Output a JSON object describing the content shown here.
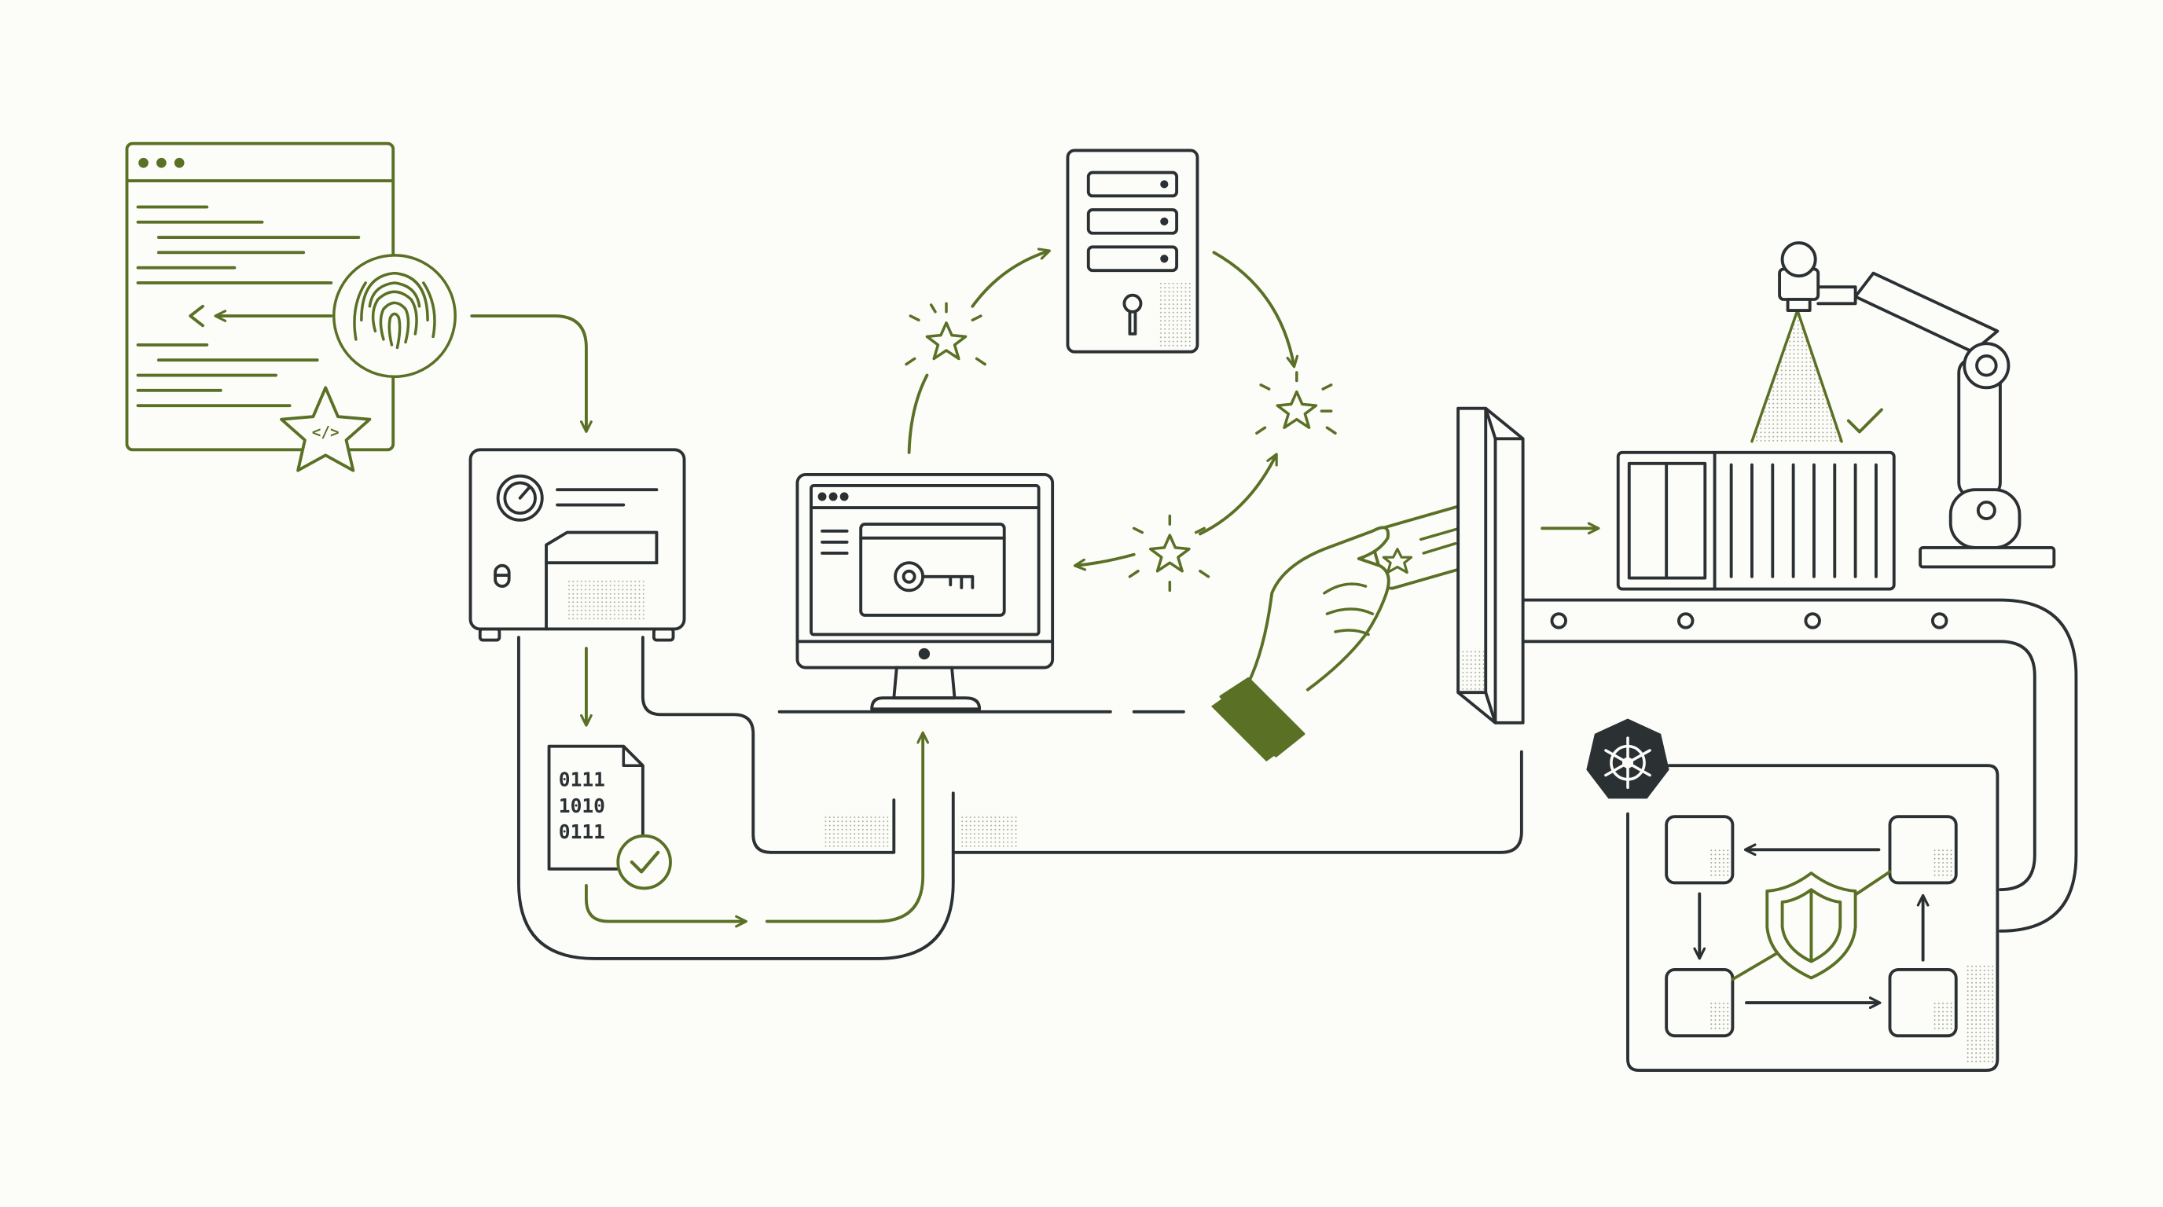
{
  "colors": {
    "background": "#fcfcf9",
    "ink": "#2b3033",
    "accent": "#5a7025",
    "accent_fill": "#5a7025",
    "stipple": "#9aa08c"
  },
  "diagram": {
    "binary_digits": [
      "0111",
      "1010",
      "0111"
    ],
    "code_tag": "</>",
    "icons": [
      "browser-code-window-icon",
      "fingerprint-icon",
      "code-star-badge-icon",
      "build-machine-icon",
      "binary-file-icon",
      "check-icon",
      "desktop-monitor-icon",
      "key-icon",
      "server-lock-icon",
      "star-sparkle-icon",
      "hand-with-card-icon",
      "gate-panel-icon",
      "container-icon",
      "robot-arm-scanner-icon",
      "conveyor-belt-icon",
      "kubernetes-helm-icon",
      "cluster-box-icon",
      "shield-icon"
    ]
  }
}
